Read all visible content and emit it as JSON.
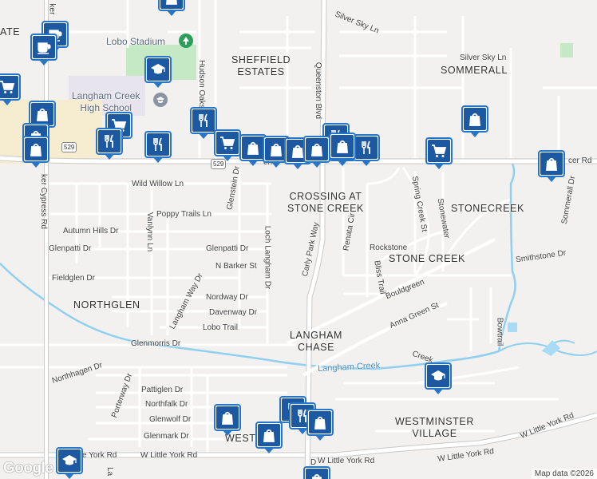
{
  "map": {
    "attribution": "Map data ©2026",
    "logo": "Google",
    "highway_shield": "529",
    "areas": [
      {
        "key": "sheffield",
        "text": "SHEFFIELD\nESTATES"
      },
      {
        "key": "sommerall",
        "text": "SOMMERALL"
      },
      {
        "key": "crossing",
        "text": "CROSSING AT\nSTONE CREEK"
      },
      {
        "key": "stonecreek_n",
        "text": "STONECREEK"
      },
      {
        "key": "stonecreek",
        "text": "STONE CREEK"
      },
      {
        "key": "northglen",
        "text": "NORTHGLEN"
      },
      {
        "key": "langham",
        "text": "LANGHAM\nCHASE"
      },
      {
        "key": "westminster",
        "text": "WESTMINSTER\nVILLAGE"
      },
      {
        "key": "ate",
        "text": "ATE"
      },
      {
        "key": "westvale",
        "text": "WESTVALE"
      }
    ],
    "pois": [
      {
        "key": "stadium",
        "text": "Lobo Stadium"
      },
      {
        "key": "school",
        "text": "Langham Creek\nHigh School"
      }
    ],
    "water": [
      {
        "key": "creek",
        "text": "Langham Creek"
      }
    ],
    "streets": [
      {
        "key": "silversky1",
        "text": "Silver Sky Ln"
      },
      {
        "key": "silversky2",
        "text": "Silver Sky Ln"
      },
      {
        "key": "queenston",
        "text": "Queenston Blvd"
      },
      {
        "key": "hudson",
        "text": "Hudson Oaks"
      },
      {
        "key": "barker_top",
        "text": "ker"
      },
      {
        "key": "barkercypress",
        "text": "ker Cypress Rd"
      },
      {
        "key": "wildwillow",
        "text": "Wild Willow Ln"
      },
      {
        "key": "poppy",
        "text": "Poppy Trails Ln"
      },
      {
        "key": "glenstein",
        "text": "Glenstein Dr"
      },
      {
        "key": "autumn",
        "text": "Autumn Hills Dr"
      },
      {
        "key": "vanlynn",
        "text": "Vanlynn Ln"
      },
      {
        "key": "glenpatti1",
        "text": "Glenpatti Dr"
      },
      {
        "key": "glenpatti2",
        "text": "Glenpatti Dr"
      },
      {
        "key": "lochlangham",
        "text": "Loch Langham Dr"
      },
      {
        "key": "nbarker",
        "text": "N Barker St"
      },
      {
        "key": "fieldglen",
        "text": "Fieldglen Dr"
      },
      {
        "key": "langhamway",
        "text": "Langham Way Dr"
      },
      {
        "key": "nordway",
        "text": "Nordway Dr"
      },
      {
        "key": "davenway",
        "text": "Davenway Dr"
      },
      {
        "key": "lobotrail",
        "text": "Lobo Trail"
      },
      {
        "key": "glenmorris",
        "text": "Glenmorris Dr"
      },
      {
        "key": "carlypark",
        "text": "Carly Park Way"
      },
      {
        "key": "renata",
        "text": "Renata Cir"
      },
      {
        "key": "springcreek",
        "text": "Spring Creek St"
      },
      {
        "key": "stonewater",
        "text": "Stonewater"
      },
      {
        "key": "sommerall_dr",
        "text": "Sommerall Dr"
      },
      {
        "key": "rockstone",
        "text": "Rockstone"
      },
      {
        "key": "bliss",
        "text": "Bliss Trail"
      },
      {
        "key": "smithstone",
        "text": "Smithstone Dr"
      },
      {
        "key": "bouldgreen",
        "text": "Bouldgreen"
      },
      {
        "key": "annagreen",
        "text": "Anna Green St"
      },
      {
        "key": "bowtrail",
        "text": "Bowtrail"
      },
      {
        "key": "creekb",
        "text": "Creek"
      },
      {
        "key": "northhagen",
        "text": "Northhagen Dr"
      },
      {
        "key": "porterway",
        "text": "Porterway Dr"
      },
      {
        "key": "pattiglen",
        "text": "Pattiglen Dr"
      },
      {
        "key": "northfalk",
        "text": "Northfalk Dr"
      },
      {
        "key": "glenwolf",
        "text": "Glenwolf Dr"
      },
      {
        "key": "glenmark",
        "text": "Glenmark Dr"
      },
      {
        "key": "wlittleyork1",
        "text": "W Little York Rd"
      },
      {
        "key": "wlittleyork2",
        "text": "W Little York Rd"
      },
      {
        "key": "wlittleyork3",
        "text": "W Little York Rd"
      },
      {
        "key": "wlittleyork4",
        "text": "W Little York Rd"
      },
      {
        "key": "yorkrd",
        "text": "e York Rd"
      },
      {
        "key": "spencer",
        "text": "cer Rd"
      },
      {
        "key": "spencer_l",
        "text": "en"
      },
      {
        "key": "d",
        "text": "D"
      },
      {
        "key": "la",
        "text": "La"
      }
    ],
    "markers": [
      {
        "key": "m1",
        "icon": "shopping-bag-icon"
      },
      {
        "key": "m2",
        "icon": "coffee-icon"
      },
      {
        "key": "m3",
        "icon": "coffee-icon"
      },
      {
        "key": "m4",
        "icon": "school-icon"
      },
      {
        "key": "m5",
        "icon": "shopping-cart-icon"
      },
      {
        "key": "m6",
        "icon": "shopping-bag-icon"
      },
      {
        "key": "m7",
        "icon": "shopping-cart-icon"
      },
      {
        "key": "m8",
        "icon": "restaurant-icon"
      },
      {
        "key": "m9",
        "icon": "restaurant-icon"
      },
      {
        "key": "m10",
        "icon": "restaurant-icon"
      },
      {
        "key": "m11",
        "icon": "shopping-bag-icon"
      },
      {
        "key": "m12",
        "icon": "shopping-bag-icon"
      },
      {
        "key": "m13",
        "icon": "shopping-cart-icon"
      },
      {
        "key": "m14",
        "icon": "shopping-bag-icon"
      },
      {
        "key": "m15",
        "icon": "shopping-bag-icon"
      },
      {
        "key": "m16",
        "icon": "shopping-bag-icon"
      },
      {
        "key": "m17",
        "icon": "restaurant-icon"
      },
      {
        "key": "m18",
        "icon": "shopping-bag-icon"
      },
      {
        "key": "m19",
        "icon": "restaurant-icon"
      },
      {
        "key": "m20",
        "icon": "restaurant-icon"
      },
      {
        "key": "m21",
        "icon": "shopping-cart-icon"
      },
      {
        "key": "m22",
        "icon": "shopping-bag-icon"
      },
      {
        "key": "m23",
        "icon": "school-icon"
      },
      {
        "key": "m24",
        "icon": "shopping-bag-icon"
      },
      {
        "key": "m25",
        "icon": "restaurant-icon"
      },
      {
        "key": "m26",
        "icon": "restaurant-icon"
      },
      {
        "key": "m27",
        "icon": "shopping-bag-icon"
      },
      {
        "key": "m28",
        "icon": "shopping-bag-icon"
      },
      {
        "key": "m29",
        "icon": "school-icon"
      },
      {
        "key": "m30",
        "icon": "shopping-bag-icon"
      },
      {
        "key": "m31",
        "icon": "shopping-bag-icon"
      },
      {
        "key": "m32",
        "icon": "shopping-bag-icon"
      }
    ]
  }
}
